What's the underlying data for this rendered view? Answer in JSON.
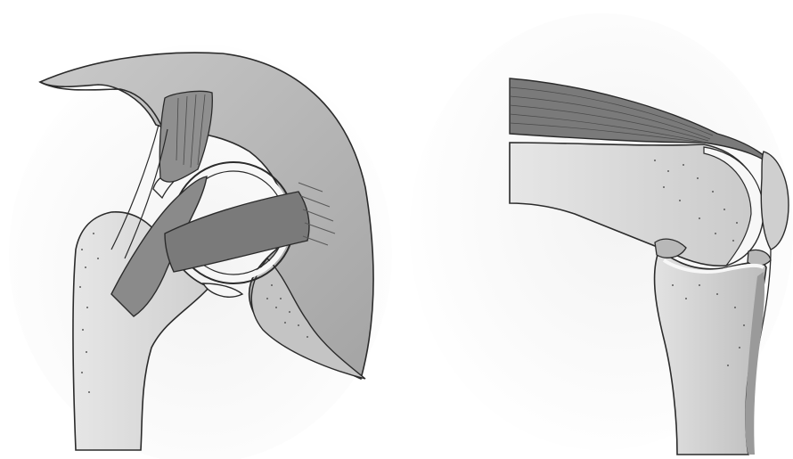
{
  "figure": {
    "panels": [
      {
        "id": "left",
        "subject": "shoulder-joint"
      },
      {
        "id": "right",
        "subject": "knee-joint"
      }
    ],
    "colors": {
      "background": "#ffffff",
      "halo": "#ececec",
      "soft_tissue": "#b3b3b3",
      "bone": "#dcdcdc",
      "bone_shade": "#bdbdbd",
      "ligament": "#8a8a8a",
      "muscle": "#7a7a7a",
      "cartilage": "#f7f7f7",
      "outline": "#2b2b2b"
    }
  }
}
